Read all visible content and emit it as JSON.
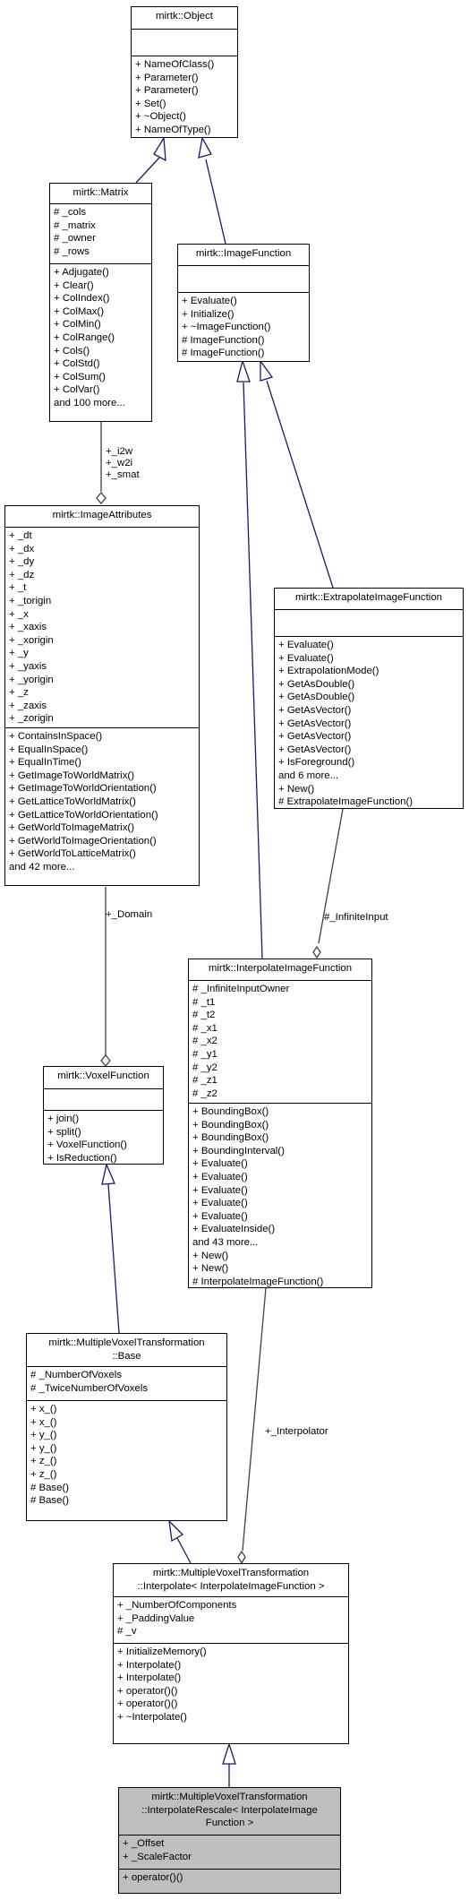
{
  "nodes": {
    "object": {
      "title": [
        "mirtk::Object"
      ],
      "attributes": [],
      "methods": [
        "+ NameOfClass()",
        "+ Parameter()",
        "+ Parameter()",
        "+ Set()",
        "+ ~Object()",
        "+ NameOfType()"
      ]
    },
    "matrix": {
      "title": [
        "mirtk::Matrix"
      ],
      "attributes": [
        "# _cols",
        "# _matrix",
        "# _owner",
        "# _rows"
      ],
      "methods": [
        "+ Adjugate()",
        "+ Clear()",
        "+ ColIndex()",
        "+ ColMax()",
        "+ ColMin()",
        "+ ColRange()",
        "+ Cols()",
        "+ ColStd()",
        "+ ColSum()",
        "+ ColVar()",
        "and 100 more..."
      ]
    },
    "image_function": {
      "title": [
        "mirtk::ImageFunction"
      ],
      "attributes": [],
      "methods": [
        "+ Evaluate()",
        "+ Initialize()",
        "+ ~ImageFunction()",
        "# ImageFunction()",
        "# ImageFunction()"
      ]
    },
    "image_attributes": {
      "title": [
        "mirtk::ImageAttributes"
      ],
      "attributes": [
        "+ _dt",
        "+ _dx",
        "+ _dy",
        "+ _dz",
        "+ _t",
        "+ _torigin",
        "+ _x",
        "+ _xaxis",
        "+ _xorigin",
        "+ _y",
        "+ _yaxis",
        "+ _yorigin",
        "+ _z",
        "+ _zaxis",
        "+ _zorigin"
      ],
      "methods": [
        "+ ContainsInSpace()",
        "+ EqualInSpace()",
        "+ EqualInTime()",
        "+ GetImageToWorldMatrix()",
        "+ GetImageToWorldOrientation()",
        "+ GetLatticeToWorldMatrix()",
        "+ GetLatticeToWorldOrientation()",
        "+ GetWorldToImageMatrix()",
        "+ GetWorldToImageOrientation()",
        "+ GetWorldToLatticeMatrix()",
        "and 42 more..."
      ]
    },
    "extrapolate": {
      "title": [
        "mirtk::ExtrapolateImageFunction"
      ],
      "attributes": [],
      "methods": [
        "+ Evaluate()",
        "+ Evaluate()",
        "+ ExtrapolationMode()",
        "+ GetAsDouble()",
        "+ GetAsDouble()",
        "+ GetAsVector()",
        "+ GetAsVector()",
        "+ GetAsVector()",
        "+ GetAsVector()",
        "+ IsForeground()",
        "and 6 more...",
        "+ New()",
        "# ExtrapolateImageFunction()"
      ]
    },
    "interpolate_fn": {
      "title": [
        "mirtk::InterpolateImageFunction"
      ],
      "attributes": [
        "# _InfiniteInputOwner",
        "# _t1",
        "# _t2",
        "# _x1",
        "# _x2",
        "# _y1",
        "# _y2",
        "# _z1",
        "# _z2"
      ],
      "methods": [
        "+ BoundingBox()",
        "+ BoundingBox()",
        "+ BoundingBox()",
        "+ BoundingInterval()",
        "+ Evaluate()",
        "+ Evaluate()",
        "+ Evaluate()",
        "+ Evaluate()",
        "+ Evaluate()",
        "+ EvaluateInside()",
        "and 43 more...",
        "+ New()",
        "+ New()",
        "# InterpolateImageFunction()"
      ]
    },
    "voxel_function": {
      "title": [
        "mirtk::VoxelFunction"
      ],
      "attributes": [],
      "methods": [
        "+ join()",
        "+ split()",
        "+ VoxelFunction()",
        "+ IsReduction()"
      ]
    },
    "base": {
      "title": [
        "mirtk::MultipleVoxelTransformation",
        "::Base"
      ],
      "attributes": [
        "# _NumberOfVoxels",
        "# _TwiceNumberOfVoxels"
      ],
      "methods": [
        "+ x_()",
        "+ x_()",
        "+ y_()",
        "+ y_()",
        "+ z_()",
        "+ z_()",
        "# Base()",
        "# Base()"
      ]
    },
    "interpolate": {
      "title": [
        "mirtk::MultipleVoxelTransformation",
        "::Interpolate< InterpolateImageFunction >"
      ],
      "attributes": [
        "+ _NumberOfComponents",
        "+ _PaddingValue",
        "# _v"
      ],
      "methods": [
        "+ InitializeMemory()",
        "+ Interpolate()",
        "+ Interpolate()",
        "+ operator()()",
        "+ operator()()",
        "+ ~Interpolate()"
      ]
    },
    "interpolate_rescale": {
      "title": [
        "mirtk::MultipleVoxelTransformation",
        "::InterpolateRescale< InterpolateImage",
        "Function >"
      ],
      "attributes": [
        "+ _Offset",
        "+ _ScaleFactor"
      ],
      "methods": [
        "+ operator()()"
      ]
    }
  },
  "labels": {
    "matrix_role": [
      "+_i2w",
      "+_w2i",
      "+_smat"
    ],
    "domain_role": [
      "+_Domain"
    ],
    "infinite_input_role": [
      "#_InfiniteInput"
    ],
    "interpolator_role": [
      "+_Interpolator"
    ]
  },
  "colors": {
    "inheritance": "#191970",
    "association": "#404040",
    "highlight_fill": "#bfbfbf"
  }
}
